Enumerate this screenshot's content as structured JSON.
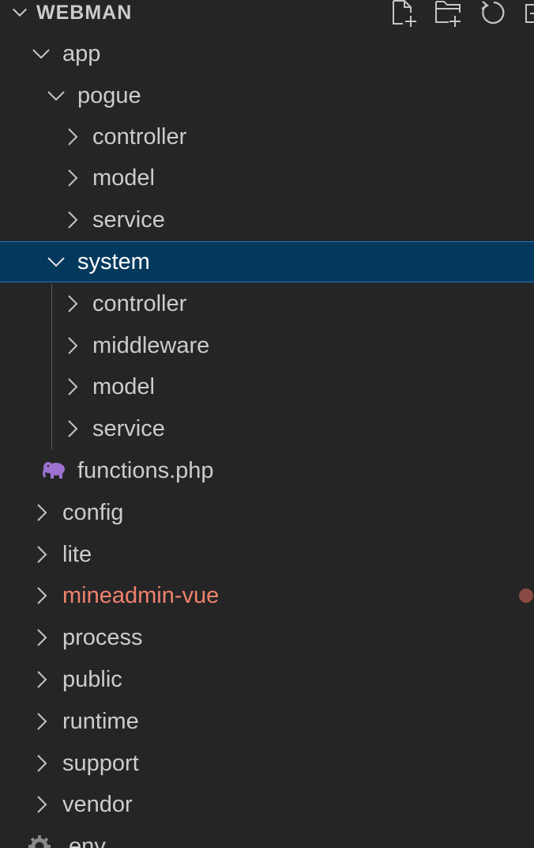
{
  "explorer": {
    "title": "WEBMAN",
    "toolbar": {
      "new_file_icon": "new-file-icon",
      "new_folder_icon": "new-folder-icon",
      "refresh_icon": "refresh-icon",
      "collapse_icon": "collapse-all-icon"
    },
    "tree": [
      {
        "label": "app",
        "expanded": true
      },
      {
        "label": "pogue",
        "expanded": true
      },
      {
        "label": "controller",
        "expanded": false
      },
      {
        "label": "model",
        "expanded": false
      },
      {
        "label": "service",
        "expanded": false
      },
      {
        "label": "system",
        "expanded": true,
        "selected": true
      },
      {
        "label": "controller",
        "expanded": false
      },
      {
        "label": "middleware",
        "expanded": false
      },
      {
        "label": "model",
        "expanded": false
      },
      {
        "label": "service",
        "expanded": false
      },
      {
        "label": "functions.php",
        "type": "file",
        "icon": "php-elephant-icon"
      },
      {
        "label": "config",
        "expanded": false
      },
      {
        "label": "lite",
        "expanded": false
      },
      {
        "label": "mineadmin-vue",
        "expanded": false,
        "git_status": "modified"
      },
      {
        "label": "process",
        "expanded": false
      },
      {
        "label": "public",
        "expanded": false
      },
      {
        "label": "runtime",
        "expanded": false
      },
      {
        "label": "support",
        "expanded": false
      },
      {
        "label": "vendor",
        "expanded": false
      },
      {
        "label": ".env",
        "type": "file",
        "icon": "gear-icon"
      }
    ]
  },
  "colors": {
    "background": "#252526",
    "text": "#cccccc",
    "selection_bg": "#04395e",
    "selection_border": "#1f7ac6",
    "modified_text": "#f0826c",
    "modified_dot": "#8a4a44",
    "php_icon": "#9b72cf"
  }
}
